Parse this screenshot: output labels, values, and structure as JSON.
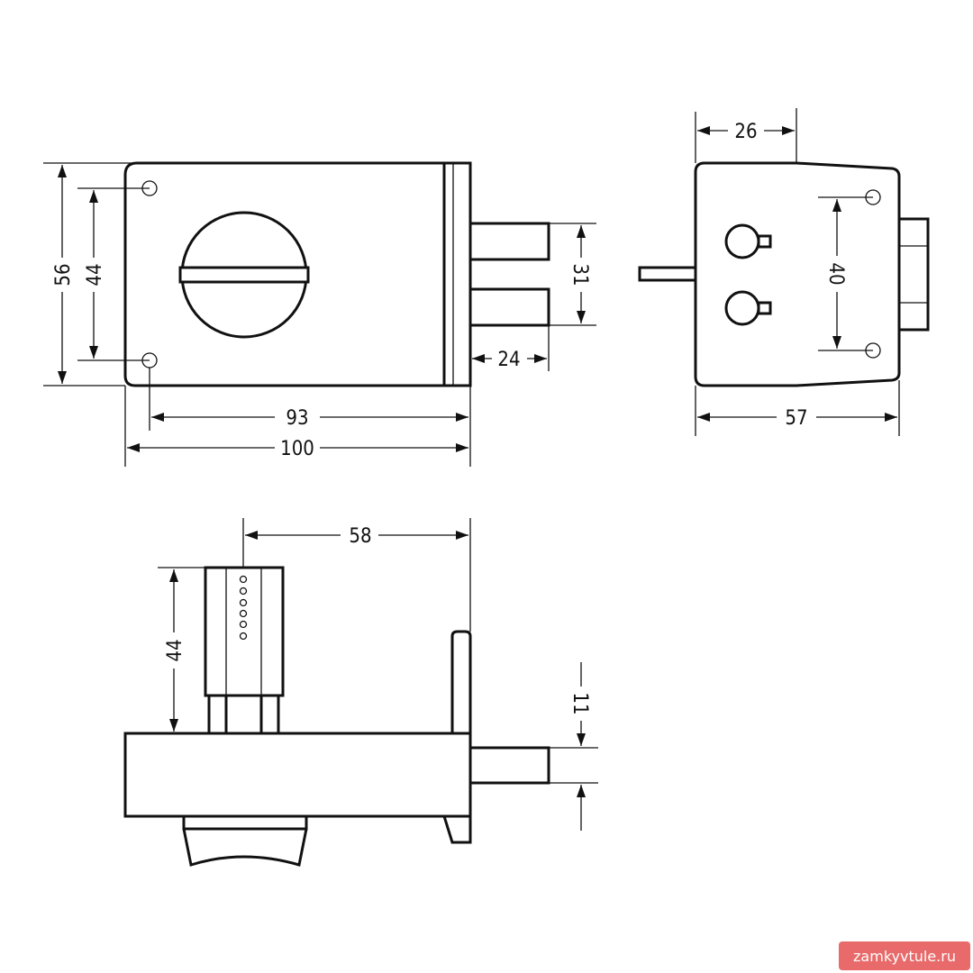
{
  "dimensions": {
    "front_height_outer": "56",
    "front_height_holes": "44",
    "front_width_holes": "93",
    "front_width_total": "100",
    "bolt_spacing": "31",
    "bolt_projection": "24",
    "side_offset": "26",
    "side_holes": "40",
    "side_depth": "57",
    "bottom_offset": "58",
    "cylinder_height": "44",
    "bolt_thickness": "11"
  },
  "watermark": "zamkyvtule.ru",
  "colors": {
    "line": "#111111",
    "watermark_bg": "#e86a6a",
    "watermark_text": "#ffffff"
  }
}
